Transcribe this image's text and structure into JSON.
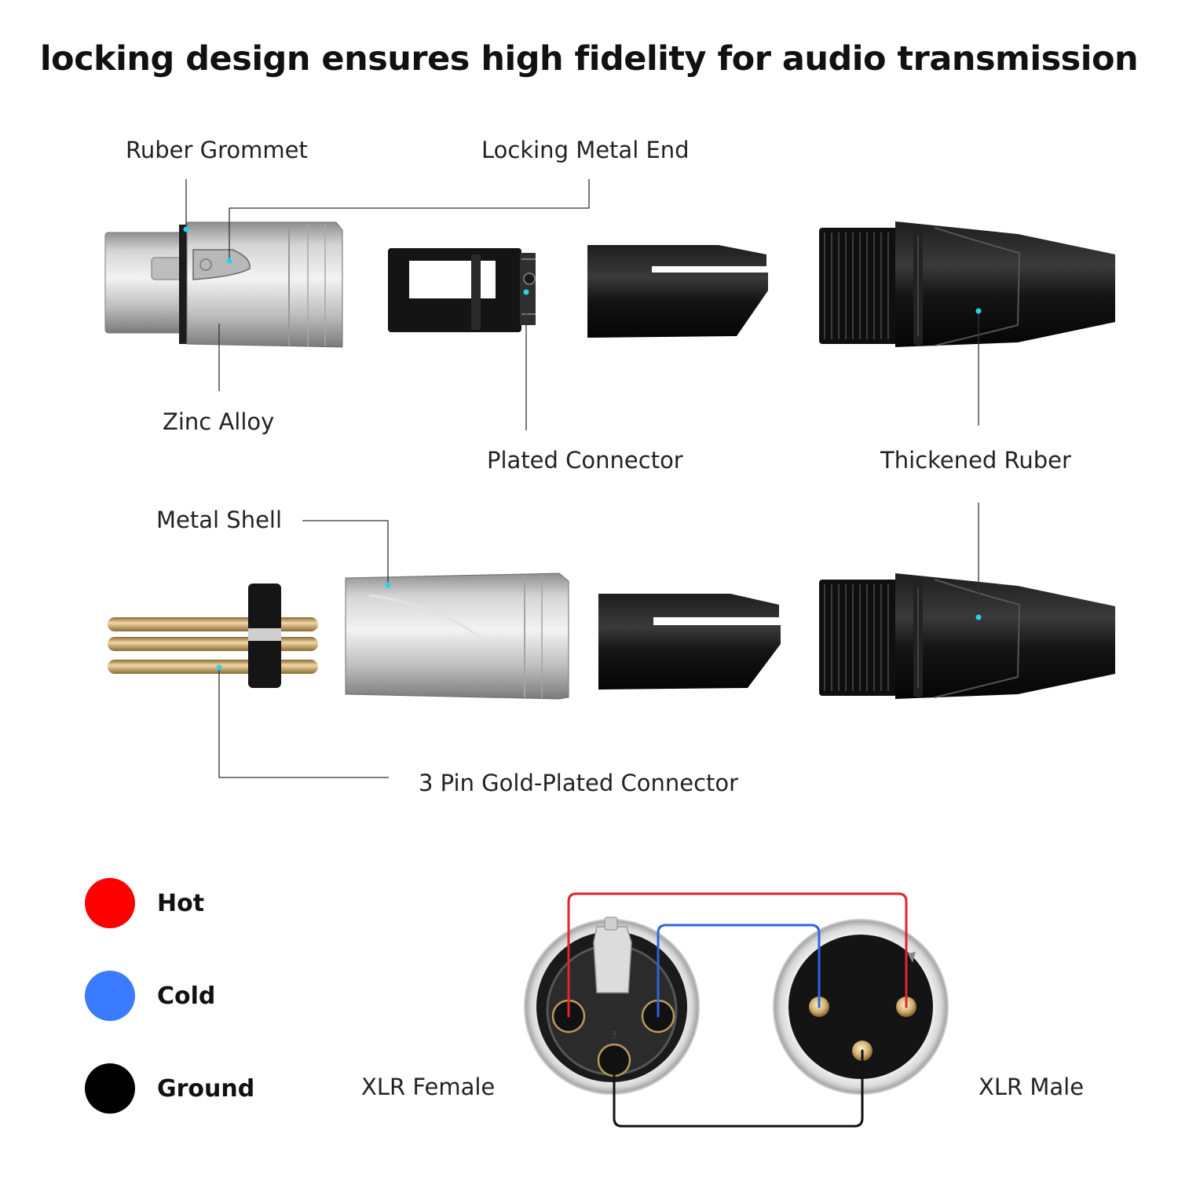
{
  "title": "locking design ensures high fidelity for audio transmission",
  "labels": {
    "ruber_grommet": "Ruber Grommet",
    "locking_metal_end": "Locking Metal End",
    "zinc_alloy": "Zinc Alloy",
    "plated_connector": "Plated Connector",
    "thickened_ruber": "Thickened Ruber",
    "metal_shell": "Metal Shell",
    "gold_pins": "3 Pin Gold-Plated Connector",
    "xlr_female": "XLR Female",
    "xlr_male": "XLR Male"
  },
  "legend": [
    {
      "label": "Hot",
      "color": "#ff0000"
    },
    {
      "label": "Cold",
      "color": "#3a7bff"
    },
    {
      "label": "Ground",
      "color": "#000000"
    }
  ],
  "colors": {
    "marker": "#29d3e6",
    "wire_hot": "#e0262b",
    "wire_cold": "#2f63e0",
    "wire_ground": "#111111",
    "leader": "#333333"
  }
}
